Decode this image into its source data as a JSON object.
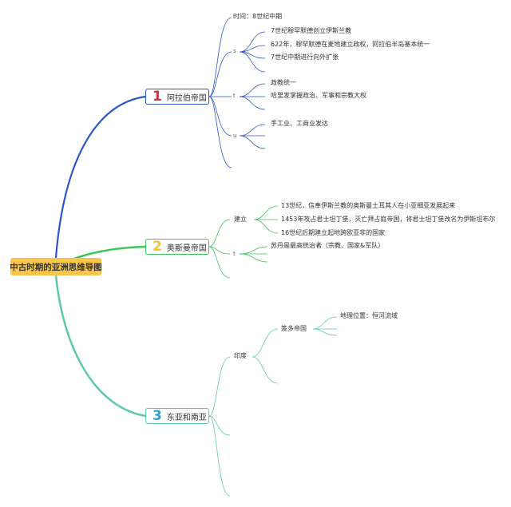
{
  "root": {
    "label": "中古时期的亚洲思维导图"
  },
  "branches": [
    {
      "number": "1",
      "label": "阿拉伯帝国",
      "color": "#2b55c9",
      "num_color": "#c0344a",
      "nodes": {
        "time": "时间：8世纪中期",
        "s": "s",
        "s_items": [
          "7世纪穆罕默德创立伊斯兰教",
          "622年，穆罕默德在麦地建立政权，阿拉伯半岛基本统一",
          "7世纪中期进行向外扩张"
        ],
        "t": "t",
        "t_items": [
          "政教统一",
          "哈里发掌握政治、军事和宗教大权"
        ],
        "u": "u",
        "u_items": [
          "手工业、工商业发达"
        ]
      }
    },
    {
      "number": "2",
      "label": "奥斯曼帝国",
      "color": "#3fc55a",
      "num_color": "#f3c23a",
      "nodes": {
        "build": "建立",
        "build_items": [
          "13世纪，信奉伊斯兰教的奥斯曼土耳其人在小亚细亚发展起来",
          "1453年攻占君士坦丁堡，灭亡拜占庭帝国，将君士坦丁堡改名为伊斯坦布尔",
          "16世纪后期建立起地跨欧亚非的国家"
        ],
        "t": "t",
        "t_items": [
          "苏丹是最高统治者（宗教、国家&军队）"
        ]
      }
    },
    {
      "number": "3",
      "label": "东亚和南亚",
      "color": "#5ccaa6",
      "num_color": "#3a9ec9",
      "nodes": {
        "india": "印度",
        "gupta": "笈多帝国",
        "location": "地理位置：恒河流域"
      }
    }
  ]
}
